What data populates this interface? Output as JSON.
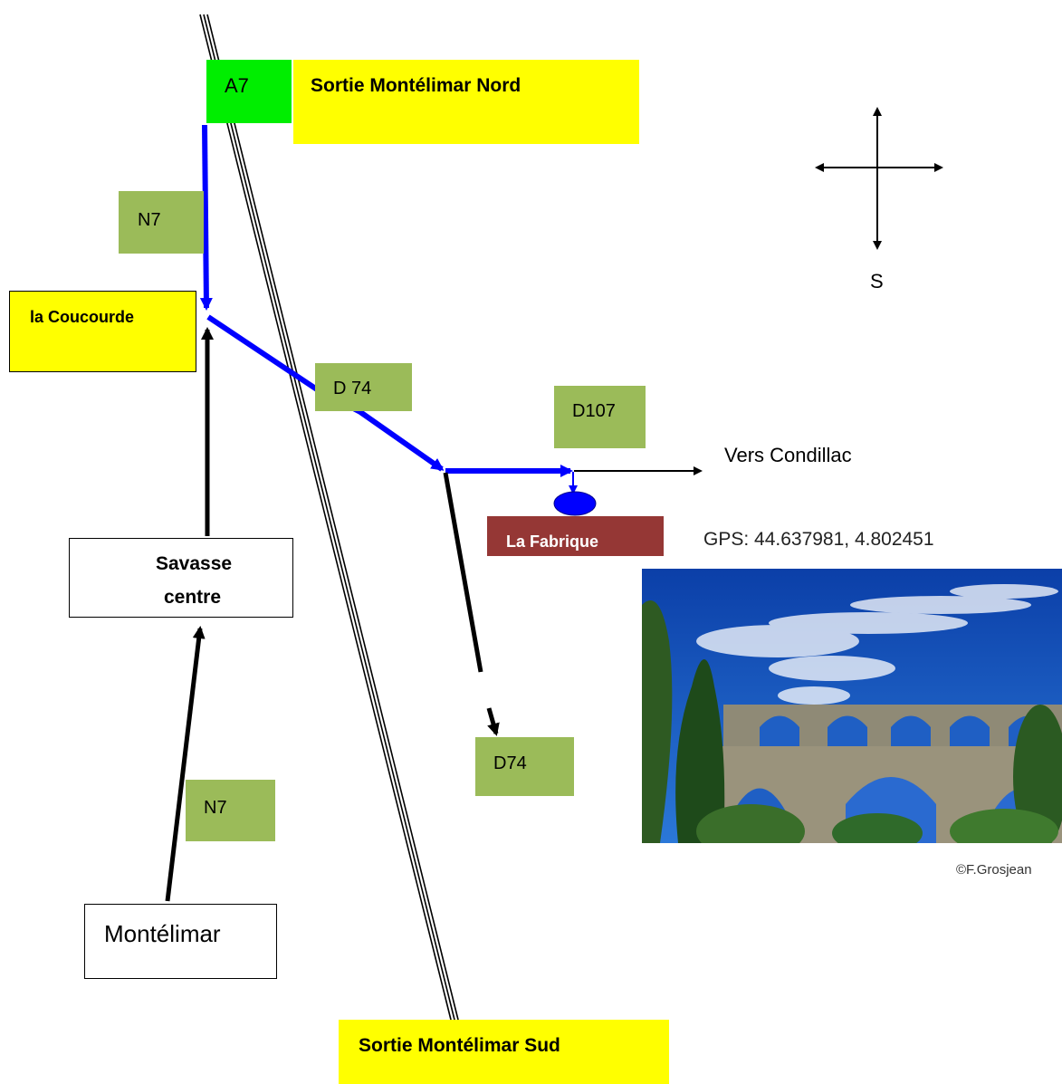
{
  "labels": {
    "a7": "A7",
    "sortie_nord": "Sortie Montélimar Nord",
    "n7_north": "N7",
    "la_coucourde": "la Coucourde",
    "d74_main": "D 74",
    "d107": "D107",
    "vers_condillac": "Vers Condillac",
    "la_fabrique": "La Fabrique",
    "gps": "GPS: 44.637981, 4.802451",
    "savasse_line1": "Savasse",
    "savasse_line2": "centre",
    "d74_south": "D74",
    "n7_south": "N7",
    "montelimar": "Montélimar",
    "sortie_sud": "Sortie Montélimar Sud",
    "compass_s": "S",
    "copyright": "©F.Grosjean"
  },
  "colors": {
    "route_blue": "#0000ff",
    "yellow_box": "#ffff00",
    "green_a7": "#00ee00",
    "green_label": "#9bbb59",
    "fabrique": "#953735"
  },
  "photo": {
    "subject": "aqueduct-photo"
  }
}
